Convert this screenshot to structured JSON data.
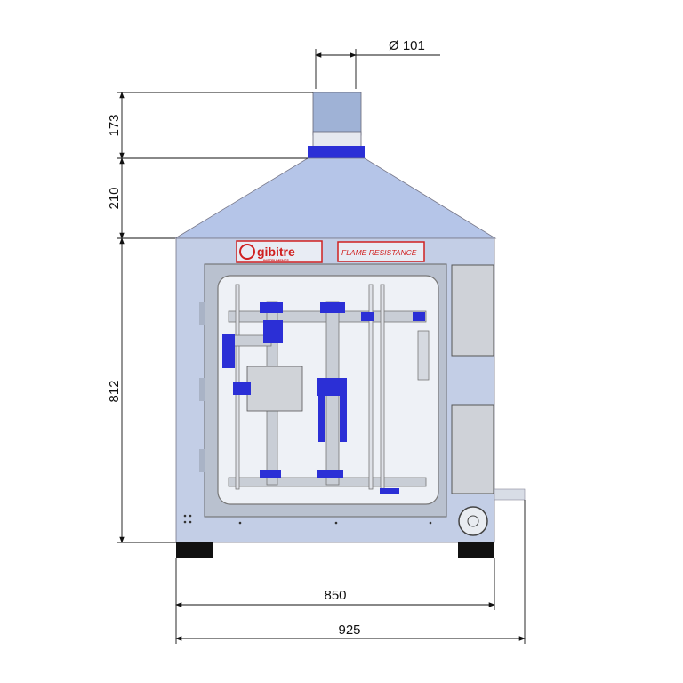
{
  "dimensions": {
    "chimney_diameter": "Ø 101",
    "chimney_height": "173",
    "hood_height": "210",
    "body_height": "812",
    "body_width": "850",
    "overall_width": "925"
  },
  "labels": {
    "logo": "gibitre",
    "logo_sub": "INSTRUMENTS",
    "product_plate": "FLAME RESISTANCE"
  },
  "colors": {
    "body": "#c3cee6",
    "hood": "#b5c5e8",
    "accent_blue": "#2b2fd6",
    "brand_red": "#d02020",
    "feet": "#111111"
  }
}
